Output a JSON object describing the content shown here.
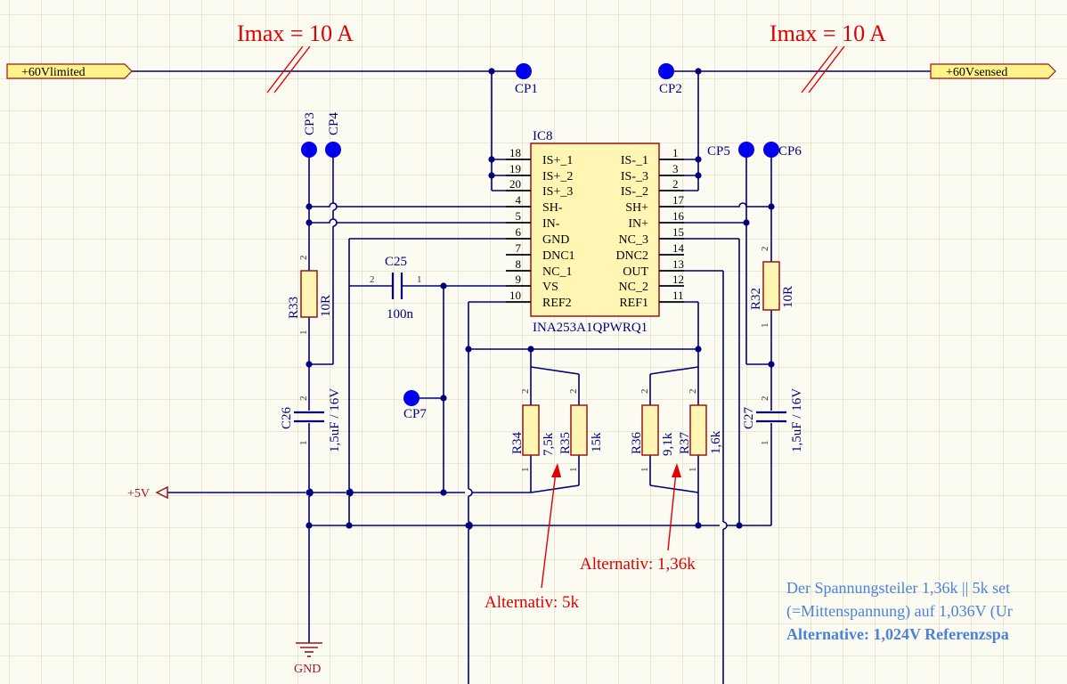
{
  "nets": {
    "left_in": "+60Vlimited",
    "right_out": "+60Vsensed",
    "supply": "+5V",
    "gnd": "GND"
  },
  "annotations": {
    "imax_left": "Imax = 10 A",
    "imax_right": "Imax = 10 A",
    "alt_5k": "Alternativ: 5k",
    "alt_136k": "Alternativ: 1,36k"
  },
  "note": {
    "line1": "Der Spannungsteiler 1,36k || 5k set",
    "line2": "(=Mittenspannung) auf 1,036V (Ur",
    "line3": "Alternative: 1,024V Referenzspa"
  },
  "testpoints": [
    "CP1",
    "CP2",
    "CP3",
    "CP4",
    "CP5",
    "CP6",
    "CP7"
  ],
  "ic": {
    "designator": "IC8",
    "part": "INA253A1QPWRQ1",
    "left_pins": [
      {
        "num": "18",
        "name": "IS+_1"
      },
      {
        "num": "19",
        "name": "IS+_2"
      },
      {
        "num": "20",
        "name": "IS+_3"
      },
      {
        "num": "4",
        "name": "SH-"
      },
      {
        "num": "5",
        "name": "IN-"
      },
      {
        "num": "6",
        "name": "GND"
      },
      {
        "num": "7",
        "name": "DNC1"
      },
      {
        "num": "8",
        "name": "NC_1"
      },
      {
        "num": "9",
        "name": "VS"
      },
      {
        "num": "10",
        "name": "REF2"
      }
    ],
    "right_pins": [
      {
        "num": "1",
        "name": "IS-_1"
      },
      {
        "num": "3",
        "name": "IS-_3"
      },
      {
        "num": "2",
        "name": "IS-_2"
      },
      {
        "num": "17",
        "name": "SH+"
      },
      {
        "num": "16",
        "name": "IN+"
      },
      {
        "num": "15",
        "name": "NC_3"
      },
      {
        "num": "14",
        "name": "DNC2"
      },
      {
        "num": "13",
        "name": "OUT"
      },
      {
        "num": "12",
        "name": "NC_2"
      },
      {
        "num": "11",
        "name": "REF1"
      }
    ]
  },
  "parts": {
    "r33": {
      "ref": "R33",
      "val": "10R"
    },
    "r32": {
      "ref": "R32",
      "val": "10R"
    },
    "c26": {
      "ref": "C26",
      "val": "1,5uF / 16V"
    },
    "c27": {
      "ref": "C27",
      "val": "1,5uF / 16V"
    },
    "c25": {
      "ref": "C25",
      "val": "100n"
    },
    "r34": {
      "ref": "R34",
      "val": "7,5k"
    },
    "r35": {
      "ref": "R35",
      "val": "15k"
    },
    "r36": {
      "ref": "R36",
      "val": "9,1k"
    },
    "r37": {
      "ref": "R37",
      "val": "1,6k"
    }
  },
  "pin_numbers": {
    "one": "1",
    "two": "2"
  },
  "colors": {
    "wire": "#00007a",
    "annotation": "#e00000",
    "note": "#4b82d8",
    "testpoint": "#0000ee",
    "part_fill": "#fff6b4",
    "part_border": "#9a1616",
    "port_fill": "#fff389",
    "background": "#fcfbf2"
  }
}
